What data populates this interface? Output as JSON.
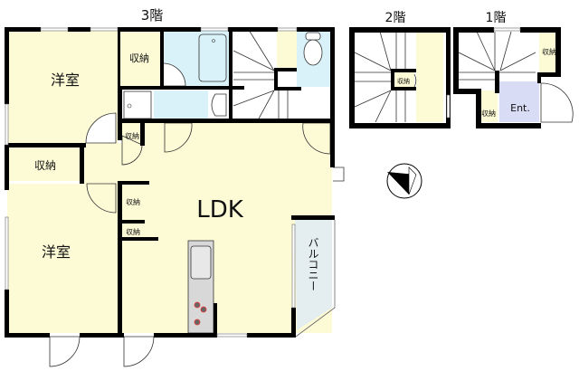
{
  "floors": {
    "f3": {
      "title": "3階",
      "rooms": {
        "western_room_1": "洋室",
        "western_room_2": "洋室",
        "ldk": "LDK",
        "balcony": "バルコニー",
        "closet_a": "収納",
        "closet_b": "収納",
        "closet_c": "収納",
        "closet_d": "収納",
        "closet_e": "収納"
      }
    },
    "f2": {
      "title": "2階",
      "rooms": {
        "closet": "収納"
      }
    },
    "f1": {
      "title": "1階",
      "rooms": {
        "closet_a": "収納",
        "closet_b": "収納",
        "entrance": "Ent."
      }
    }
  },
  "colors": {
    "room": "#fdfbd6",
    "wet": "#d9f1f8",
    "entrance": "#d9dcf5",
    "balcony": "#e4eef0",
    "wall": "#000000",
    "kitchen": "#d8d8d8"
  }
}
